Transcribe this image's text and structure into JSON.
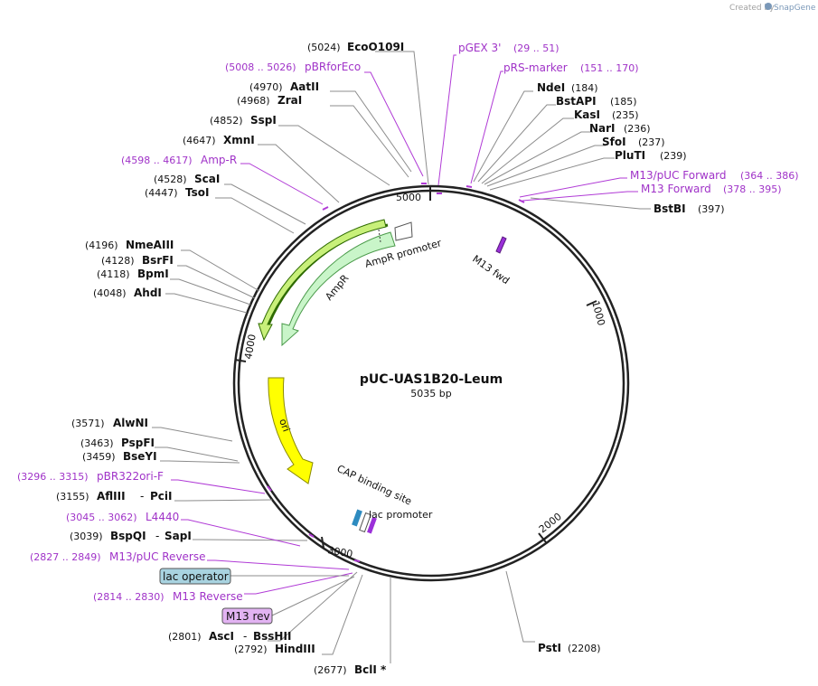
{
  "credit": {
    "text": "Created by",
    "brand": "SnapGene"
  },
  "plasmid": {
    "name": "pUC-UAS1B20-Leum",
    "size_label": "5035 bp",
    "length": 5035
  },
  "ticks": [
    "1000",
    "2000",
    "3000",
    "4000",
    "5000"
  ],
  "features": [
    {
      "name": "AmpR",
      "label": "AmpR",
      "color": "#c9f5c9"
    },
    {
      "name": "AmpR promoter",
      "label": "AmpR promoter",
      "color": "#ffffff"
    },
    {
      "name": "ori",
      "label": "ori",
      "color": "#ffff00"
    },
    {
      "name": "CAP binding site",
      "label": "CAP binding site",
      "color": "#2e8bc0"
    },
    {
      "name": "lac promoter",
      "label": "lac promoter",
      "color": "#ffffff"
    },
    {
      "name": "M13 fwd",
      "label": "M13 fwd",
      "color": "#9b30d9"
    }
  ],
  "enzymes": [
    {
      "pos": "(5024)",
      "name": "EcoO109I"
    },
    {
      "pos": "(4970)",
      "name": "AatII"
    },
    {
      "pos": "(4968)",
      "name": "ZraI"
    },
    {
      "pos": "(4852)",
      "name": "SspI"
    },
    {
      "pos": "(4647)",
      "name": "XmnI"
    },
    {
      "pos": "(4528)",
      "name": "ScaI"
    },
    {
      "pos": "(4447)",
      "name": "TsoI"
    },
    {
      "pos": "(4196)",
      "name": "NmeAIII"
    },
    {
      "pos": "(4128)",
      "name": "BsrFI"
    },
    {
      "pos": "(4118)",
      "name": "BpmI"
    },
    {
      "pos": "(4048)",
      "name": "AhdI"
    },
    {
      "pos": "(3571)",
      "name": "AlwNI"
    },
    {
      "pos": "(3463)",
      "name": "PspFI"
    },
    {
      "pos": "(3459)",
      "name": "BseYI"
    },
    {
      "pos": "(3155)",
      "name": "AflIII",
      "name2": "PciI",
      "sep": "-"
    },
    {
      "pos": "(3039)",
      "name": "BspQI",
      "name2": "SapI",
      "sep": "-"
    },
    {
      "pos": "(2801)",
      "name": "AscI",
      "name2": "BssHII",
      "sep": "-"
    },
    {
      "pos": "(2792)",
      "name": "HindIII"
    },
    {
      "pos": "(2677)",
      "name": "BclI *"
    },
    {
      "pos": "(2208)",
      "name": "PstI"
    },
    {
      "pos": "(184)",
      "name": "NdeI"
    },
    {
      "pos": "(185)",
      "name": "BstAPI"
    },
    {
      "pos": "(235)",
      "name": "KasI"
    },
    {
      "pos": "(236)",
      "name": "NarI"
    },
    {
      "pos": "(237)",
      "name": "SfoI"
    },
    {
      "pos": "(239)",
      "name": "PluTI"
    },
    {
      "pos": "(397)",
      "name": "BstBI"
    }
  ],
  "primers": [
    {
      "name": "pGEX 3'",
      "range": "(29 .. 51)"
    },
    {
      "name": "pRS-marker",
      "range": "(151 .. 170)"
    },
    {
      "name": "M13/pUC Forward",
      "range": "(364 .. 386)"
    },
    {
      "name": "M13 Forward",
      "range": "(378 .. 395)"
    },
    {
      "name": "pBRforEco",
      "range": "(5008 .. 5026)"
    },
    {
      "name": "Amp-R",
      "range": "(4598 .. 4617)"
    },
    {
      "name": "pBR322ori-F",
      "range": "(3296 .. 3315)"
    },
    {
      "name": "L4440",
      "range": "(3045 .. 3062)"
    },
    {
      "name": "M13/pUC Reverse",
      "range": "(2827 .. 2849)"
    },
    {
      "name": "M13 Reverse",
      "range": "(2814 .. 2830)"
    }
  ],
  "boxes": [
    {
      "label": "lac operator",
      "color": "#a8d3e0"
    },
    {
      "label": "M13 rev",
      "color": "#e2b3f2"
    }
  ]
}
